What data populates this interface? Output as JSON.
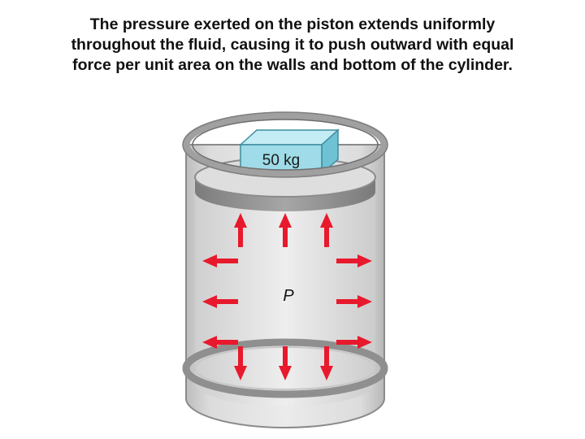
{
  "caption": {
    "lines": [
      "The pressure exerted on the piston extends uniformly",
      "throughout the fluid, causing it to push outward with equal",
      "force per unit area on the walls and bottom of the cylinder."
    ]
  },
  "diagram": {
    "mass_label": "50 kg",
    "pressure_label": "P",
    "colors": {
      "arrow": "#e8192c",
      "block_front": "#9fdbe8",
      "block_top": "#c3ecf4",
      "block_side": "#6fc1d4",
      "cylinder_rim": "#9a9a9a",
      "piston": "#8e8e8e",
      "fluid": "#e4e4e4"
    },
    "arrow_groups": [
      {
        "direction": "up",
        "count": 3
      },
      {
        "direction": "down",
        "count": 3
      },
      {
        "direction": "left",
        "count": 3
      },
      {
        "direction": "right",
        "count": 3
      }
    ]
  }
}
